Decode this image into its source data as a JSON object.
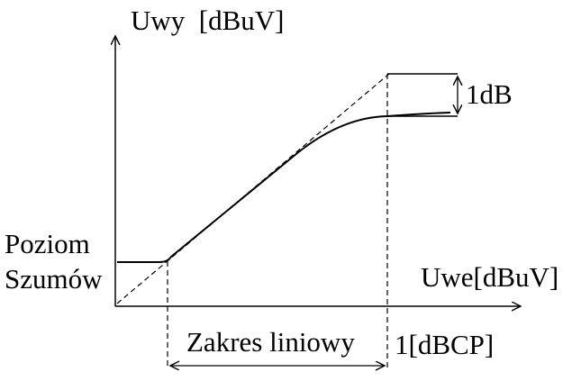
{
  "labels": {
    "y_axis": "Uwy  [dBuV]",
    "x_axis": "Uwe[dBuV]",
    "noise_line1": "Poziom",
    "noise_line2": "Szumów",
    "one_db": "1dB",
    "linear_range": "Zakres liniowy",
    "compression_point": "1[dBCP]"
  }
}
